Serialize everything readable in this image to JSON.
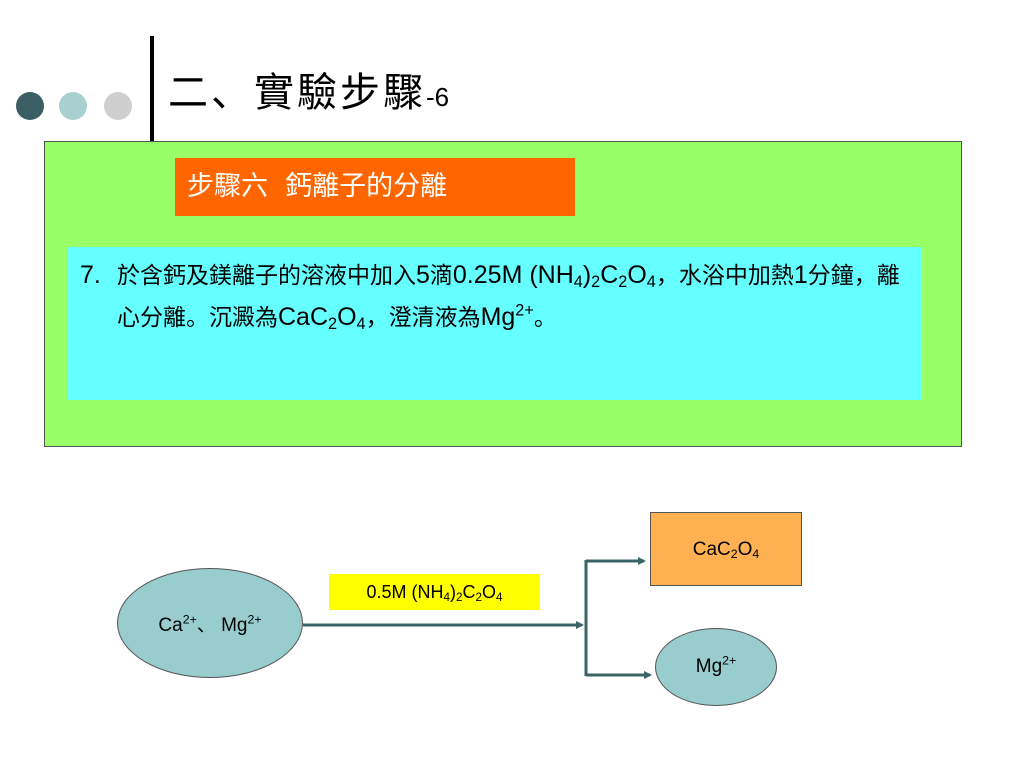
{
  "header": {
    "title_zh": "二、實驗步驟",
    "title_num": "-6"
  },
  "step_badge": {
    "label": "步驟六  鈣離子的分離"
  },
  "instruction": {
    "number": "7.",
    "t1": "於含鈣及鎂離子的溶液中加入",
    "t2": "5",
    "t3": "滴",
    "t4": "0.25M (NH",
    "t5": "4",
    "t6": ")",
    "t7": "2",
    "t8": "C",
    "t9": "2",
    "t10": "O",
    "t11": "4",
    "t12": "，水浴中加熱",
    "t13": "1",
    "t14": "分鐘，離心分離。沉澱為",
    "t15": "CaC",
    "t16": "2",
    "t17": "O",
    "t18": "4",
    "t19": "，澄清液為",
    "t20": "Mg",
    "t21": "2+",
    "t22": "。"
  },
  "diagram": {
    "start": {
      "a": "Ca",
      "a_sup": "2+",
      "sep": "、 ",
      "b": "Mg",
      "b_sup": "2+"
    },
    "reagent": {
      "a": "0.5M (NH",
      "s1": "4",
      "b": ")",
      "s2": "2",
      "c": "C",
      "s3": "2",
      "d": "O",
      "s4": "4"
    },
    "precipitate": {
      "a": "CaC",
      "s1": "2",
      "b": "O",
      "s2": "4"
    },
    "solution": {
      "a": "Mg",
      "sup": "2+"
    },
    "colors": {
      "arrow": "#3a6466",
      "ellipse": "#99cccc",
      "precipitate_box": "#ffb050",
      "reagent_box": "#ffff00"
    }
  },
  "colors": {
    "panel": "#99ff66",
    "badge": "#ff6600",
    "text_box": "#66ffff"
  }
}
